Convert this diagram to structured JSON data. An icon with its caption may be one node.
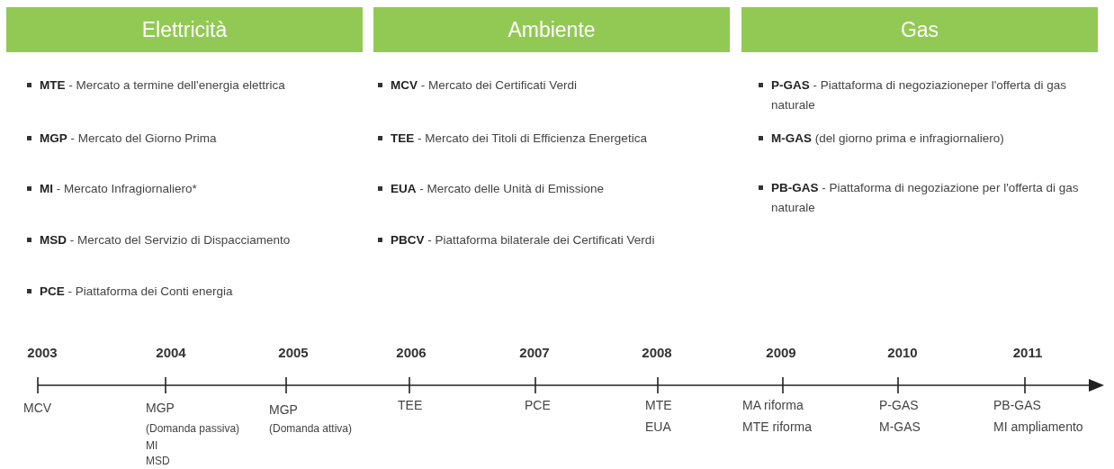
{
  "diagram": {
    "nodes": [
      {
        "text": [
          "Elettricità"
        ]
      },
      {
        "text": [
          "Ambiente"
        ]
      },
      {
        "text": [
          "Gas"
        ]
      }
    ],
    "labels": [
      "**MTE** - Mercato a termine dell'energia elettrica",
      "**MCV** - Mercato dei Certificati Verdi",
      "**P-GAS** - Piattaforma di negoziazioneper l'offerta di gas naturale",
      "**MGP** - Mercato del Giorno Prima",
      "**TEE** - Mercato dei Titoli di Efficienza Energetica",
      "**M-GAS** (del giorno prima e infragiornaliero)",
      "**MI** - Mercato Infragiornaliero*",
      "**EUA** - Mercato delle Unità di Emissione",
      "**PB-GAS** - Piattaforma di negoziazione per l'offerta di gas naturale",
      "**MSD** - Mercato del Servizio di Dispacciamento",
      "**PBCV** - Piattaforma bilaterale dei Certificati Verdi",
      "**PCE** - Piattaforma dei Conti energia",
      "2003",
      "2004",
      "2005",
      "2006",
      "2007",
      "2008",
      "2009",
      "2010",
      "2011",
      "MCV",
      "MGP",
      "(Domanda passiva)",
      "MI",
      "MSD",
      "MGP",
      "(Domanda attiva)",
      "TEE",
      "PCE",
      "MTE",
      "EUA",
      "MA riforma",
      "MTE riforma",
      "P-GAS",
      "M-GAS",
      "PB-GAS",
      "MI ampliamento"
    ]
  }
}
